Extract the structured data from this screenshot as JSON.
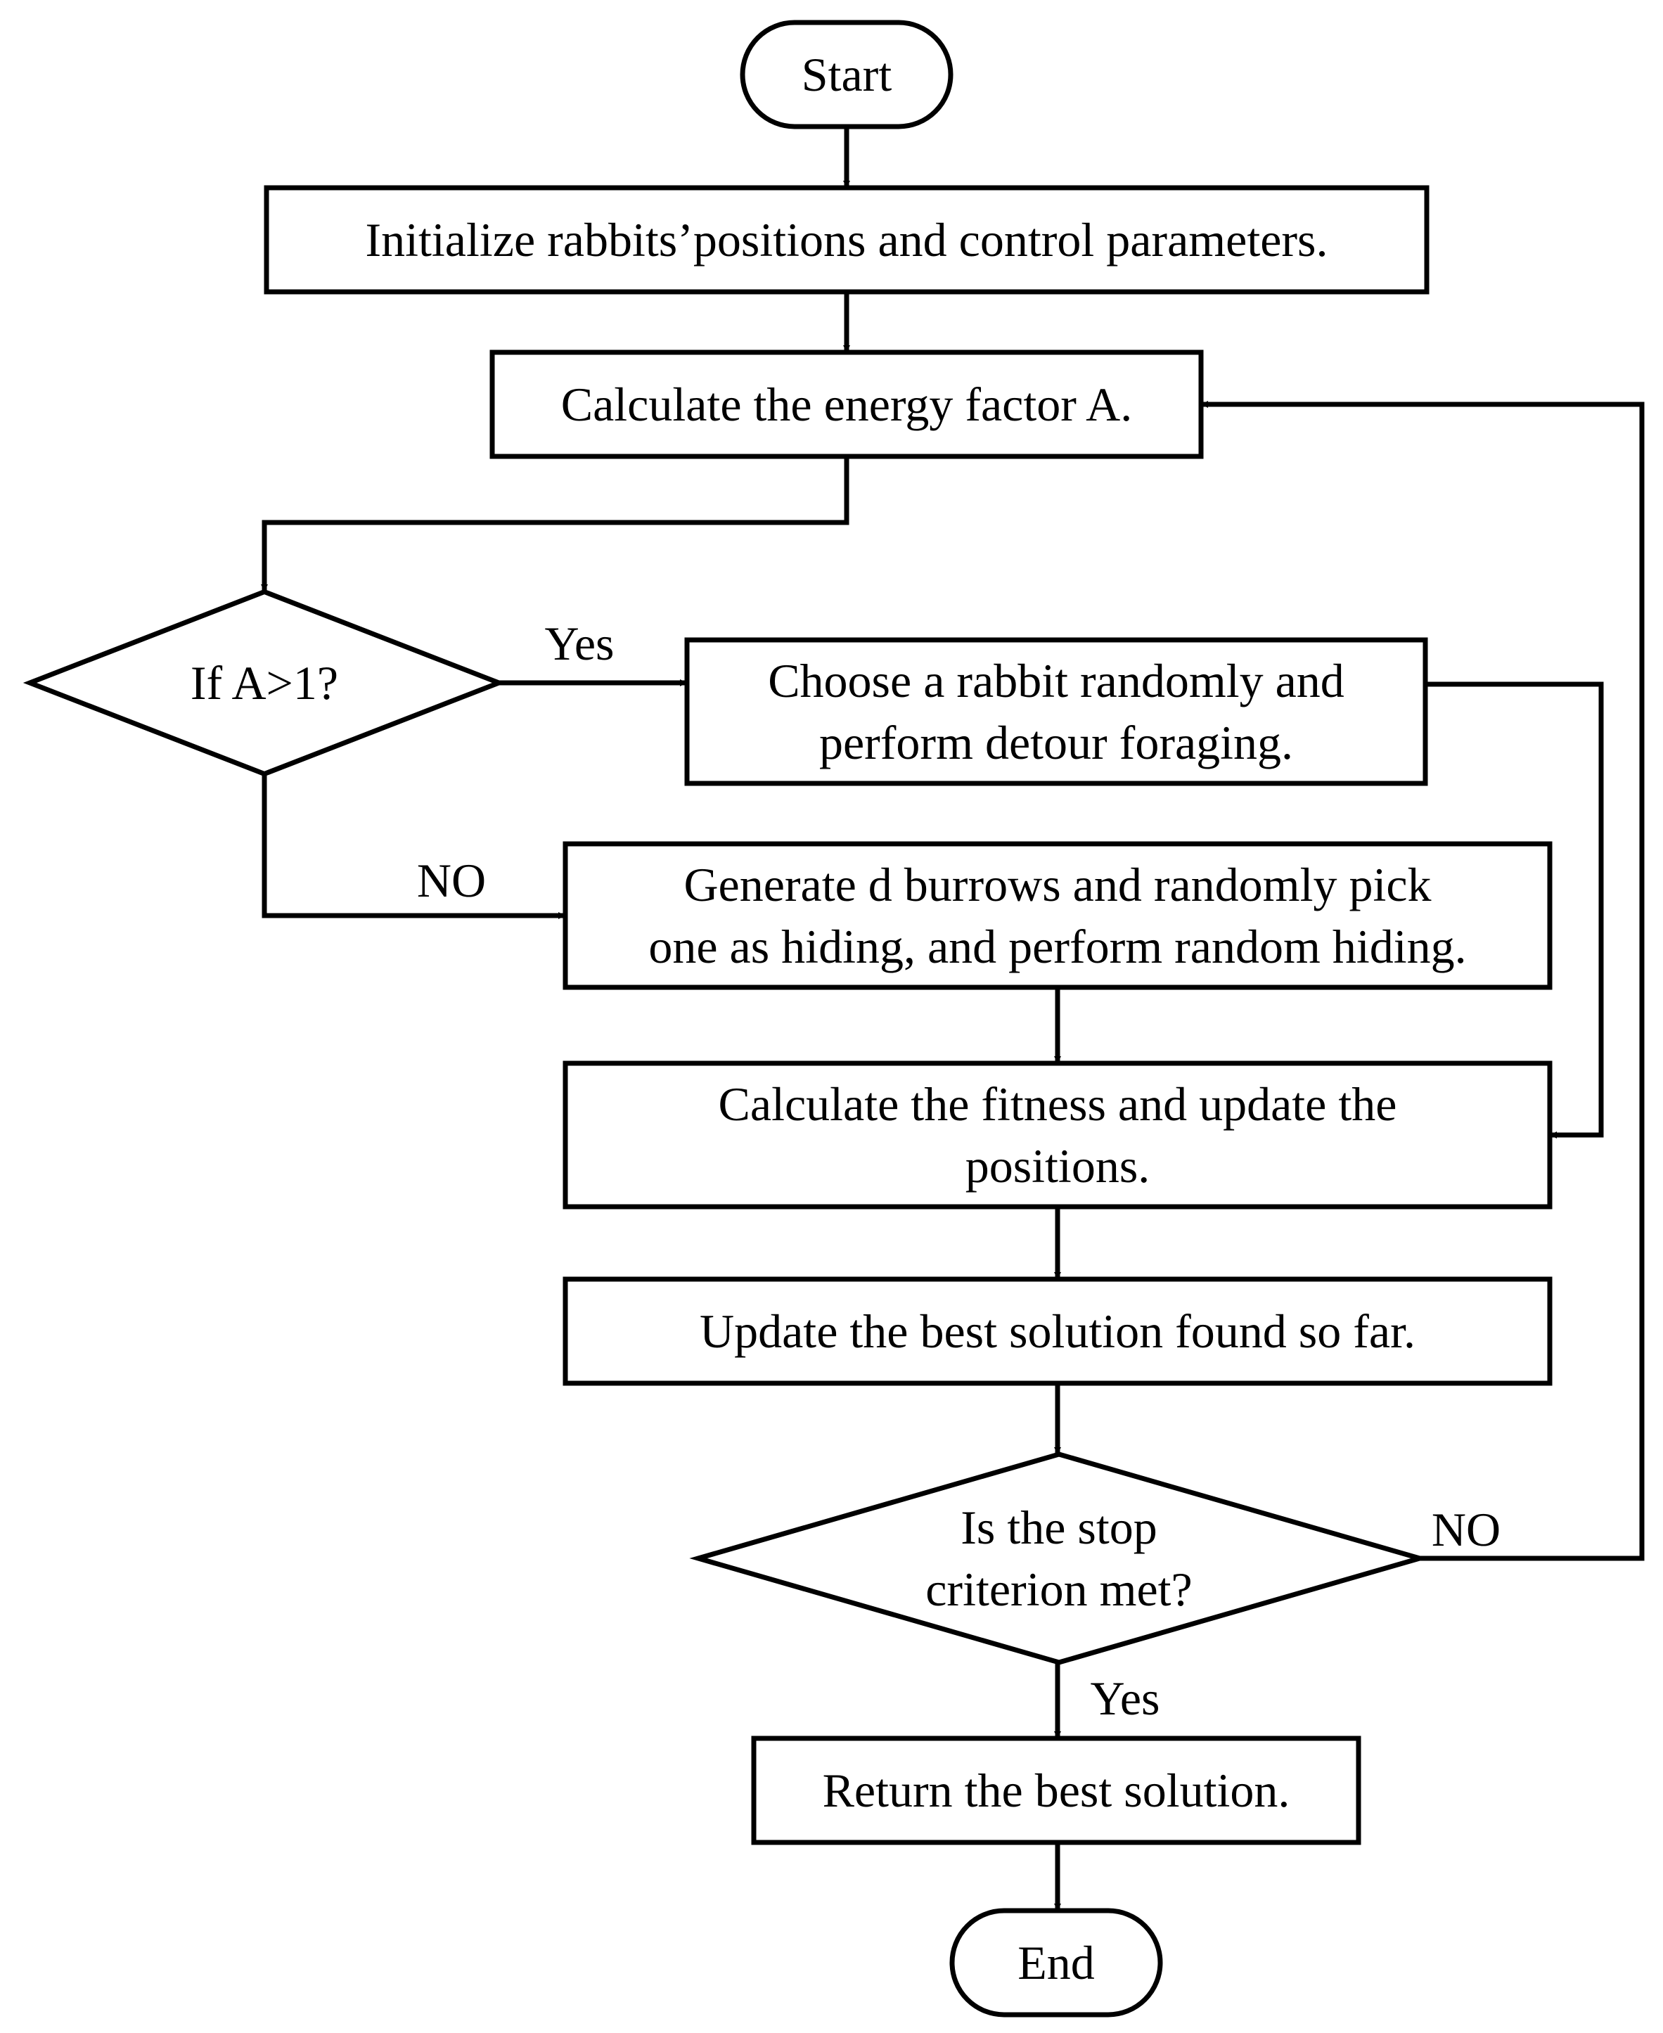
{
  "colors": {
    "stroke": "#000000",
    "fill": "#ffffff",
    "text": "#000000"
  },
  "nodes": {
    "start": {
      "shape": "terminal",
      "lines": [
        "Start"
      ]
    },
    "init": {
      "shape": "process",
      "lines": [
        "Initialize rabbits’positions and control parameters."
      ]
    },
    "energy": {
      "shape": "process",
      "lines": [
        "Calculate the energy factor A."
      ]
    },
    "decision_a": {
      "shape": "decision",
      "lines": [
        "If A>1?"
      ]
    },
    "detour": {
      "shape": "process",
      "lines": [
        "Choose a rabbit randomly and",
        "perform detour foraging."
      ]
    },
    "hiding": {
      "shape": "process",
      "lines": [
        "Generate d burrows and randomly pick",
        "one as hiding, and perform random hiding."
      ]
    },
    "fitness": {
      "shape": "process",
      "lines": [
        "Calculate the fitness and update the",
        "positions."
      ]
    },
    "best": {
      "shape": "process",
      "lines": [
        "Update the best solution found so far."
      ]
    },
    "stop": {
      "shape": "decision",
      "lines": [
        "Is the stop",
        "criterion met?"
      ]
    },
    "return": {
      "shape": "process",
      "lines": [
        "Return the best solution."
      ]
    },
    "end": {
      "shape": "terminal",
      "lines": [
        "End"
      ]
    }
  },
  "edges": [
    {
      "id": "start-init",
      "from": "start",
      "to": "init",
      "label": ""
    },
    {
      "id": "init-energy",
      "from": "init",
      "to": "energy",
      "label": ""
    },
    {
      "id": "energy-decision",
      "from": "energy",
      "to": "decision_a",
      "label": ""
    },
    {
      "id": "decision-detour",
      "from": "decision_a",
      "to": "detour",
      "label": "Yes"
    },
    {
      "id": "decision-hiding",
      "from": "decision_a",
      "to": "hiding",
      "label": "NO"
    },
    {
      "id": "detour-fitness",
      "from": "detour",
      "to": "fitness",
      "label": ""
    },
    {
      "id": "hiding-fitness",
      "from": "hiding",
      "to": "fitness",
      "label": ""
    },
    {
      "id": "fitness-best",
      "from": "fitness",
      "to": "best",
      "label": ""
    },
    {
      "id": "best-stop",
      "from": "best",
      "to": "stop",
      "label": ""
    },
    {
      "id": "stop-energy",
      "from": "stop",
      "to": "energy",
      "label": "NO"
    },
    {
      "id": "stop-return",
      "from": "stop",
      "to": "return",
      "label": "Yes"
    },
    {
      "id": "return-end",
      "from": "return",
      "to": "end",
      "label": ""
    }
  ]
}
